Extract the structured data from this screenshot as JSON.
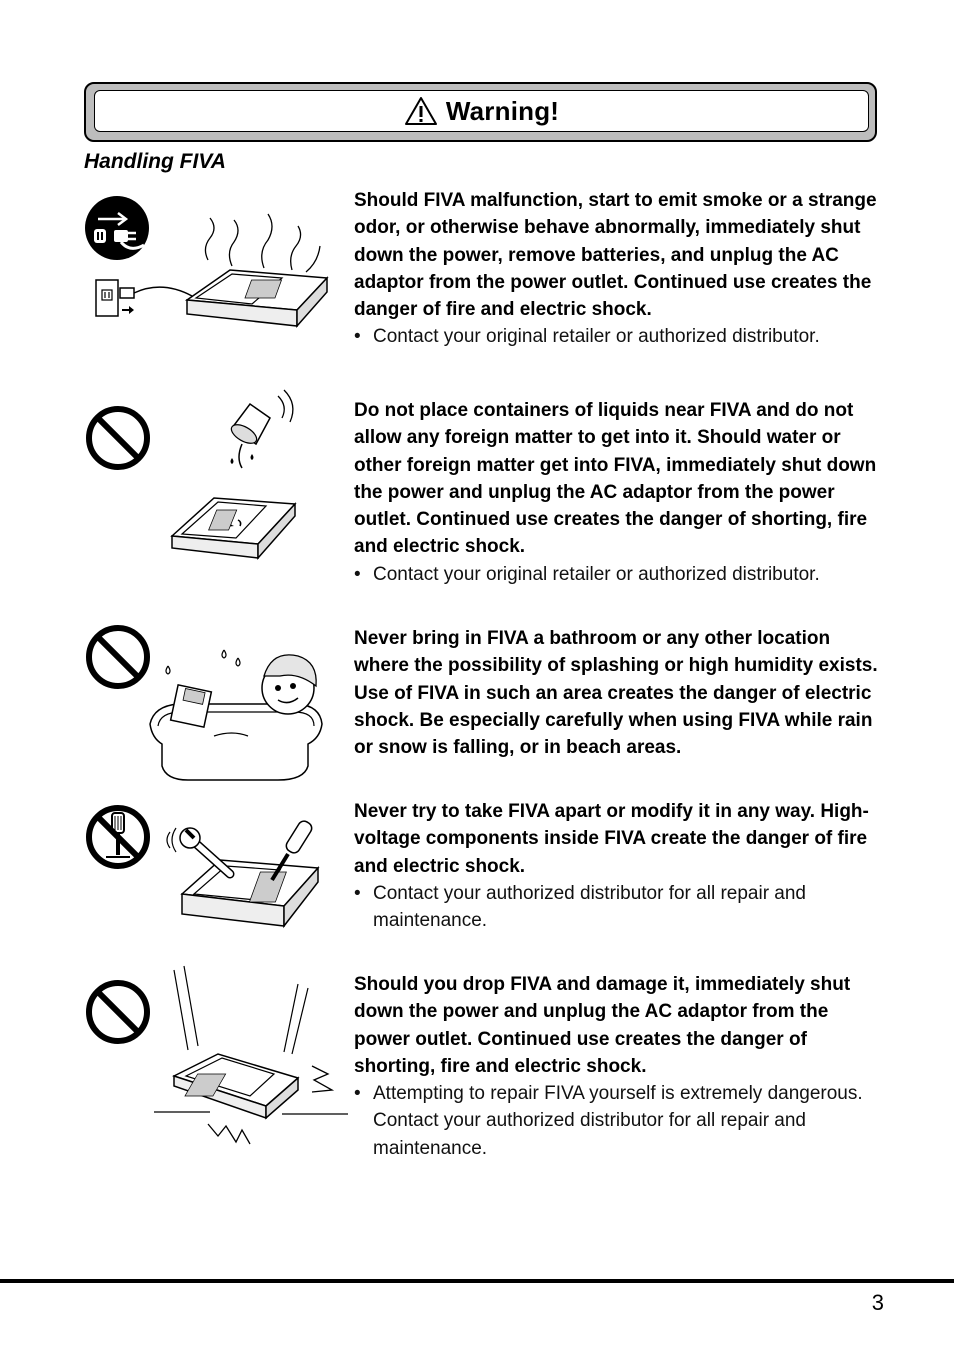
{
  "banner": {
    "title": "Warning!",
    "icon": "warning-triangle-icon"
  },
  "section_title": "Handling FIVA",
  "items": [
    {
      "symbol": "unplug-icon",
      "illustration": "smoking-device-unplugged",
      "lead": "Should FIVA malfunction, start to emit smoke or a strange odor, or otherwise behave abnormally, immediately shut down the power, remove batteries, and unplug the AC adaptor from the power outlet. Continued use creates the danger of fire and electric shock.",
      "note": "Contact your original retailer or authorized distributor."
    },
    {
      "symbol": "prohibited-icon",
      "illustration": "liquid-spill-on-device",
      "lead": "Do not place containers of liquids near FIVA and do not allow any foreign matter to get into it. Should water or other foreign matter get into FIVA, immediately shut down the power and unplug the AC adaptor from the power outlet. Continued use creates the danger of shorting, fire and electric shock.",
      "note": "Contact your original retailer or authorized distributor."
    },
    {
      "symbol": "prohibited-icon",
      "illustration": "device-in-bathtub",
      "lead": "Never bring in FIVA a bathroom or any other location where the possibility of splashing or high humidity exists. Use of FIVA in such an area creates the danger of electric shock. Be especially carefully when using FIVA while rain or snow is falling, or in beach areas.",
      "note": ""
    },
    {
      "symbol": "no-disassembly-icon",
      "illustration": "device-with-tools",
      "lead": "Never try to take FIVA apart or modify it in any way. High-voltage components inside FIVA create the danger of fire and electric shock.",
      "note": "Contact your authorized distributor for all repair and maintenance."
    },
    {
      "symbol": "prohibited-icon",
      "illustration": "dropped-device",
      "lead": "Should you drop FIVA and damage it, immediately shut down the power and unplug the AC adaptor from the power outlet. Continued use creates the danger of shorting, fire and electric shock.",
      "note": "Attempting to repair FIVA yourself is extremely dangerous. Contact your authorized distributor for all repair and maintenance."
    }
  ],
  "page_number": "3"
}
